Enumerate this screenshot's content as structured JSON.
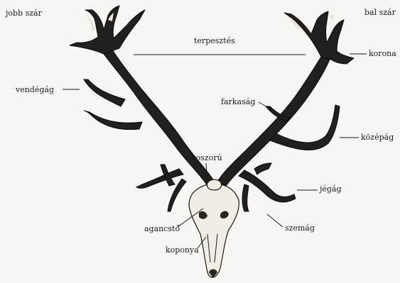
{
  "labels": {
    "right_beam": "jobb szár",
    "left_beam": "bal szár",
    "spread": "terpesztés",
    "crown": "korona",
    "bez_tine": "vendégág",
    "wolf_tine": "farkaság",
    "trez_tine": "középág",
    "coronet": "koszorú",
    "brow_tine": "jégág",
    "pedicle": "agancstő",
    "eye_tine": "szemág",
    "skull": "koponya"
  }
}
